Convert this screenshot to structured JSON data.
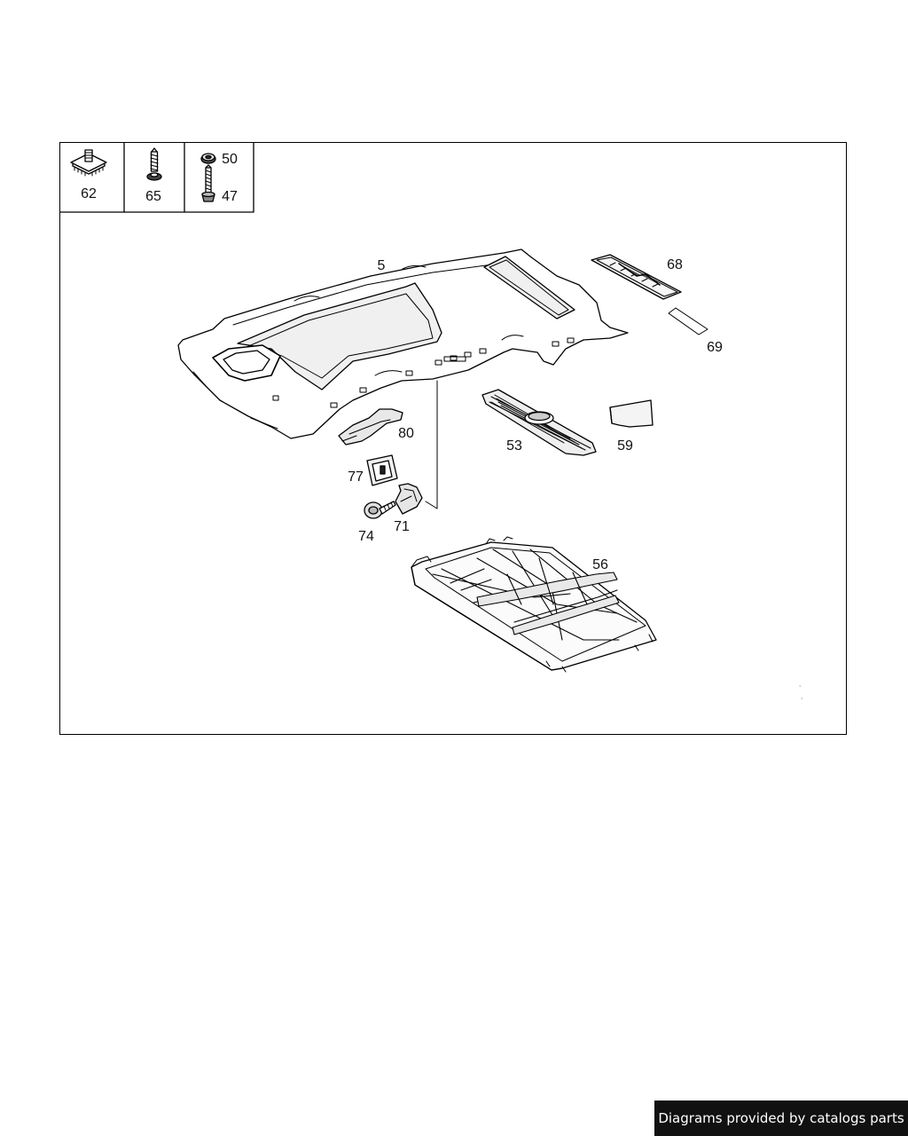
{
  "diagram": {
    "legend": [
      {
        "id": "legend-62",
        "part": "62"
      },
      {
        "id": "legend-65",
        "part": "65"
      },
      {
        "id": "legend-50",
        "part": "50"
      },
      {
        "id": "legend-47",
        "part": "47"
      }
    ],
    "callouts": [
      {
        "id": "5",
        "label": "5"
      },
      {
        "id": "68",
        "label": "68"
      },
      {
        "id": "69",
        "label": "69"
      },
      {
        "id": "80",
        "label": "80"
      },
      {
        "id": "53",
        "label": "53"
      },
      {
        "id": "59",
        "label": "59"
      },
      {
        "id": "77",
        "label": "77"
      },
      {
        "id": "74",
        "label": "74"
      },
      {
        "id": "71",
        "label": "71"
      },
      {
        "id": "56",
        "label": "56"
      }
    ]
  },
  "footer": {
    "credit": "Diagrams provided by catalogs parts"
  }
}
